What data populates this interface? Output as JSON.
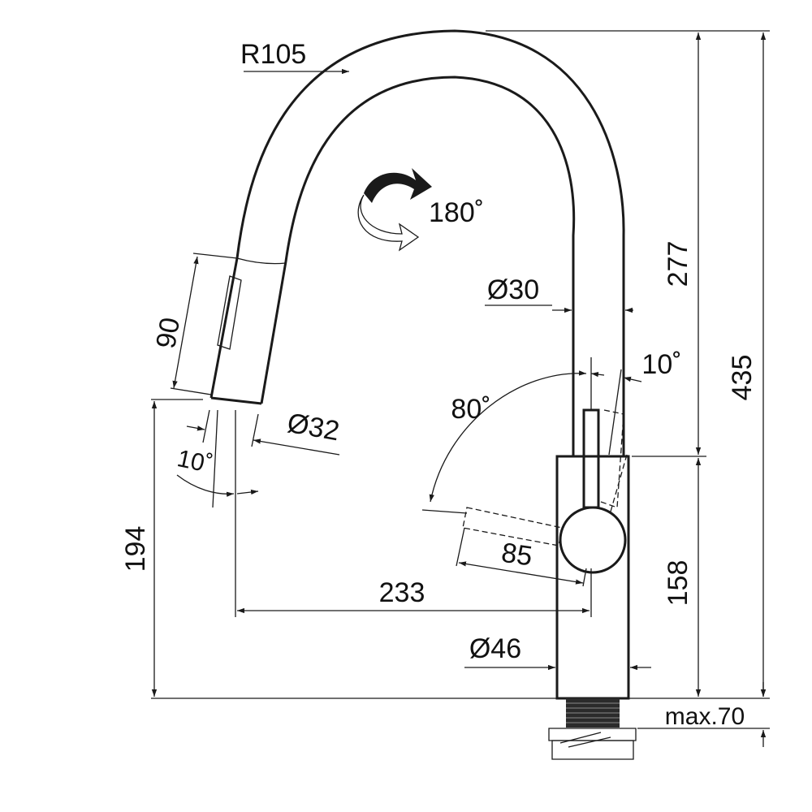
{
  "labels": {
    "radius": "R105",
    "rotation": "180˚",
    "spout_length": "90",
    "spout_diameter": "Ø32",
    "spout_angle": "10˚",
    "height_to_spout": "194",
    "reach": "233",
    "lever_angle": "80˚",
    "lever_angle_small": "10˚",
    "lever_length": "85",
    "neck_diameter": "Ø30",
    "body_diameter": "Ø46",
    "upper_height": "277",
    "total_height": "435",
    "body_height": "158",
    "mount_thickness": "max.70"
  }
}
